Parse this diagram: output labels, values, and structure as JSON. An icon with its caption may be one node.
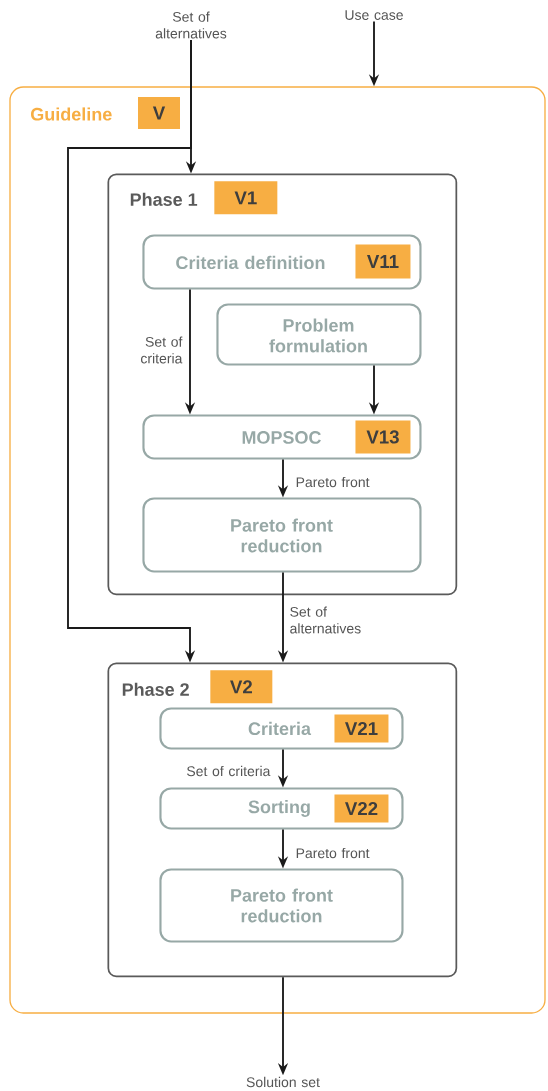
{
  "diagram": {
    "nodes": [
      {
        "text": [
          "Set of alternatives"
        ]
      },
      {
        "text": [
          "Use case"
        ]
      },
      {
        "text": [
          "Guideline",
          "V"
        ]
      },
      {
        "text": [
          "Phase 1",
          "V1"
        ],
        "in": 2
      },
      {
        "text": [
          "Criteria definition",
          "V11"
        ],
        "in": 3
      },
      {
        "text": [
          "Problem formulation"
        ],
        "in": 3
      },
      {
        "text": [
          "MOPSOC",
          "V13"
        ],
        "in": 3
      },
      {
        "text": [
          "Pareto front reduction"
        ],
        "in": 3
      },
      {
        "text": [
          "Phase 2",
          "V2"
        ],
        "in": 2
      },
      {
        "text": [
          "Criteria",
          "V21"
        ],
        "in": 8
      },
      {
        "text": [
          "Sorting",
          "V22"
        ],
        "in": 8
      },
      {
        "text": [
          "Pareto front reduction"
        ],
        "in": 8
      },
      {
        "text": [
          "Solution set"
        ]
      }
    ],
    "edges": [
      {
        "from": 0,
        "to": 3,
        "arrow": "to"
      },
      {
        "from": 0,
        "to": 8,
        "arrow": "to"
      },
      {
        "from": 1,
        "to": 2,
        "arrow": "to"
      },
      {
        "from": 4,
        "to": 6,
        "arrow": "to",
        "label": "Set of criteria"
      },
      {
        "from": 5,
        "to": 6,
        "arrow": "to"
      },
      {
        "from": 6,
        "to": 7,
        "arrow": "to",
        "label": "Pareto front"
      },
      {
        "from": 7,
        "to": 8,
        "arrow": "to",
        "label": "Set of alternatives"
      },
      {
        "from": 9,
        "to": 10,
        "arrow": "to",
        "label": "Set of criteria"
      },
      {
        "from": 10,
        "to": 11,
        "arrow": "to",
        "label": "Pareto front"
      },
      {
        "from": 8,
        "to": 12,
        "arrow": "to"
      }
    ]
  }
}
